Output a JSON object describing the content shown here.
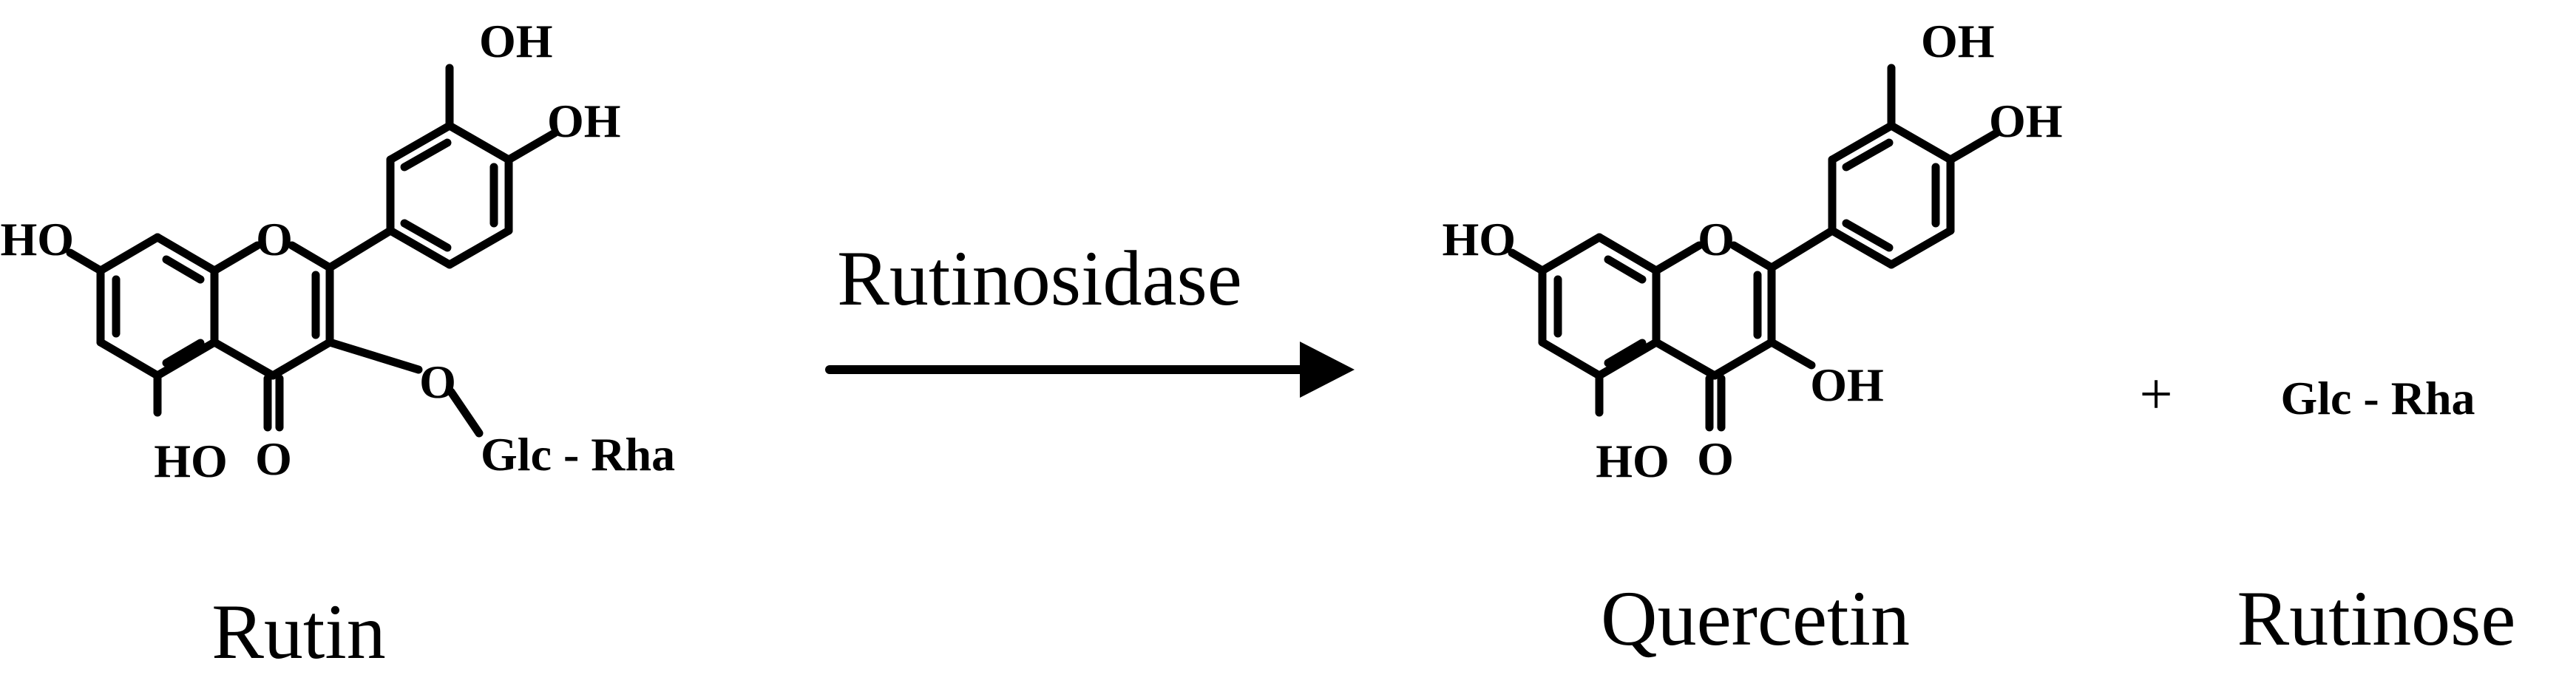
{
  "reaction": {
    "enzyme": "Rutinosidase",
    "plus": "+"
  },
  "rutin": {
    "name": "Rutin",
    "labels": {
      "o_ring": "O",
      "o_carbonyl": "O",
      "o_glycosidic": "O",
      "oh_3p": "OH",
      "oh_4p": "OH",
      "oh_7": "HO",
      "oh_5": "HO",
      "sugar": "Glc - Rha"
    }
  },
  "quercetin": {
    "name": "Quercetin",
    "labels": {
      "o_ring": "O",
      "o_carbonyl": "O",
      "oh_3": "OH",
      "oh_3p": "OH",
      "oh_4p": "OH",
      "oh_7": "HO",
      "oh_5": "HO"
    }
  },
  "rutinose": {
    "name": "Rutinose",
    "formula": "Glc - Rha"
  }
}
